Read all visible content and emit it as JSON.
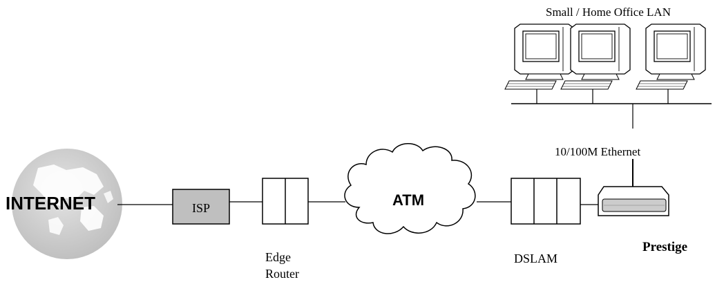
{
  "diagram": {
    "lan_label": "Small / Home Office LAN",
    "ethernet_label": "10/100M Ethernet",
    "internet_label": "INTERNET",
    "isp_label": "ISP",
    "cloud_label": "ATM",
    "edge_router_label_line1": "Edge",
    "edge_router_label_line2": "Router",
    "dslam_label": "DSLAM",
    "prestige_label": "Prestige",
    "colors": {
      "line": "#000000",
      "isp_fill": "#bfbfbf",
      "globe_fill": "#cfcfcf",
      "globe_land": "#ffffff",
      "monitor_screen": "#ffffff"
    },
    "icons": [
      "globe-icon",
      "computer-icon",
      "cloud-icon",
      "router-icon",
      "modem-icon"
    ]
  }
}
